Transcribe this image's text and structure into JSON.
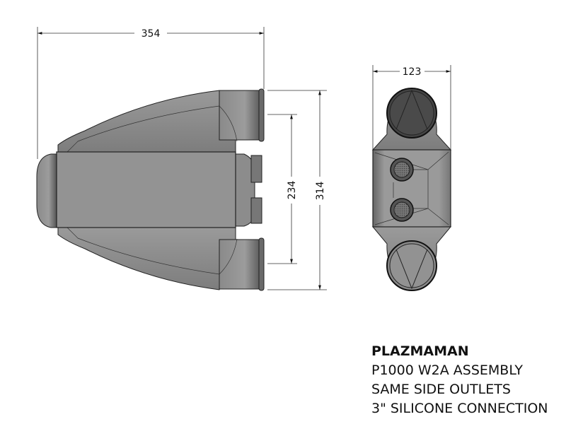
{
  "dimensions": {
    "overall_length": "354",
    "overall_height": "314",
    "outlet_spacing": "234",
    "width": "123"
  },
  "notes": {
    "brand": "PLAZMAMAN",
    "line1": "P1000 W2A ASSEMBLY",
    "line2": "SAME SIDE OUTLETS",
    "line3": "3\" SILICONE CONNECTION"
  }
}
